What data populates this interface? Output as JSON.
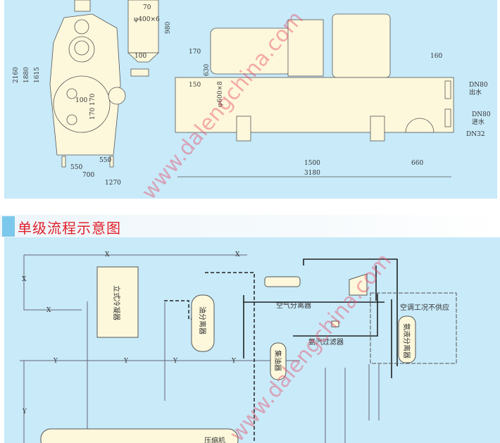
{
  "top_drawing": {
    "dimensions_left": [
      "2160",
      "1880",
      "1615",
      "70",
      "φ400×6",
      "980",
      "100",
      "100",
      "170",
      "170",
      "550",
      "550",
      "700",
      "1270"
    ],
    "dimensions_right": [
      "170",
      "630",
      "150",
      "φ600×8",
      "160",
      "1500",
      "660",
      "3180"
    ],
    "ports": [
      {
        "size": "DN80",
        "label": "出水"
      },
      {
        "size": "DN80",
        "label": "进水"
      },
      {
        "size": "DN32",
        "label": ""
      }
    ]
  },
  "section_title": "单级流程示意图",
  "flow_diagram": {
    "components": {
      "vertical_condenser": "立式冷凝器",
      "oil_separator": "油分离器",
      "air_separator": "空气分离器",
      "ammonia_filter": "氨汽过滤器",
      "oil_collector": "集油器",
      "ammonia_liquid_separator": "氨液分离器",
      "ac_note": "空调工况不供应",
      "compressor": "压缩机"
    },
    "line_markers": {
      "x": "X",
      "y": "Y"
    }
  },
  "watermark": "www.dalengchina.com",
  "colors": {
    "panel": "#c8eaf9",
    "equipment": "#fdf8dc",
    "title": "#e0202a",
    "accent": "#7cc8ec"
  }
}
